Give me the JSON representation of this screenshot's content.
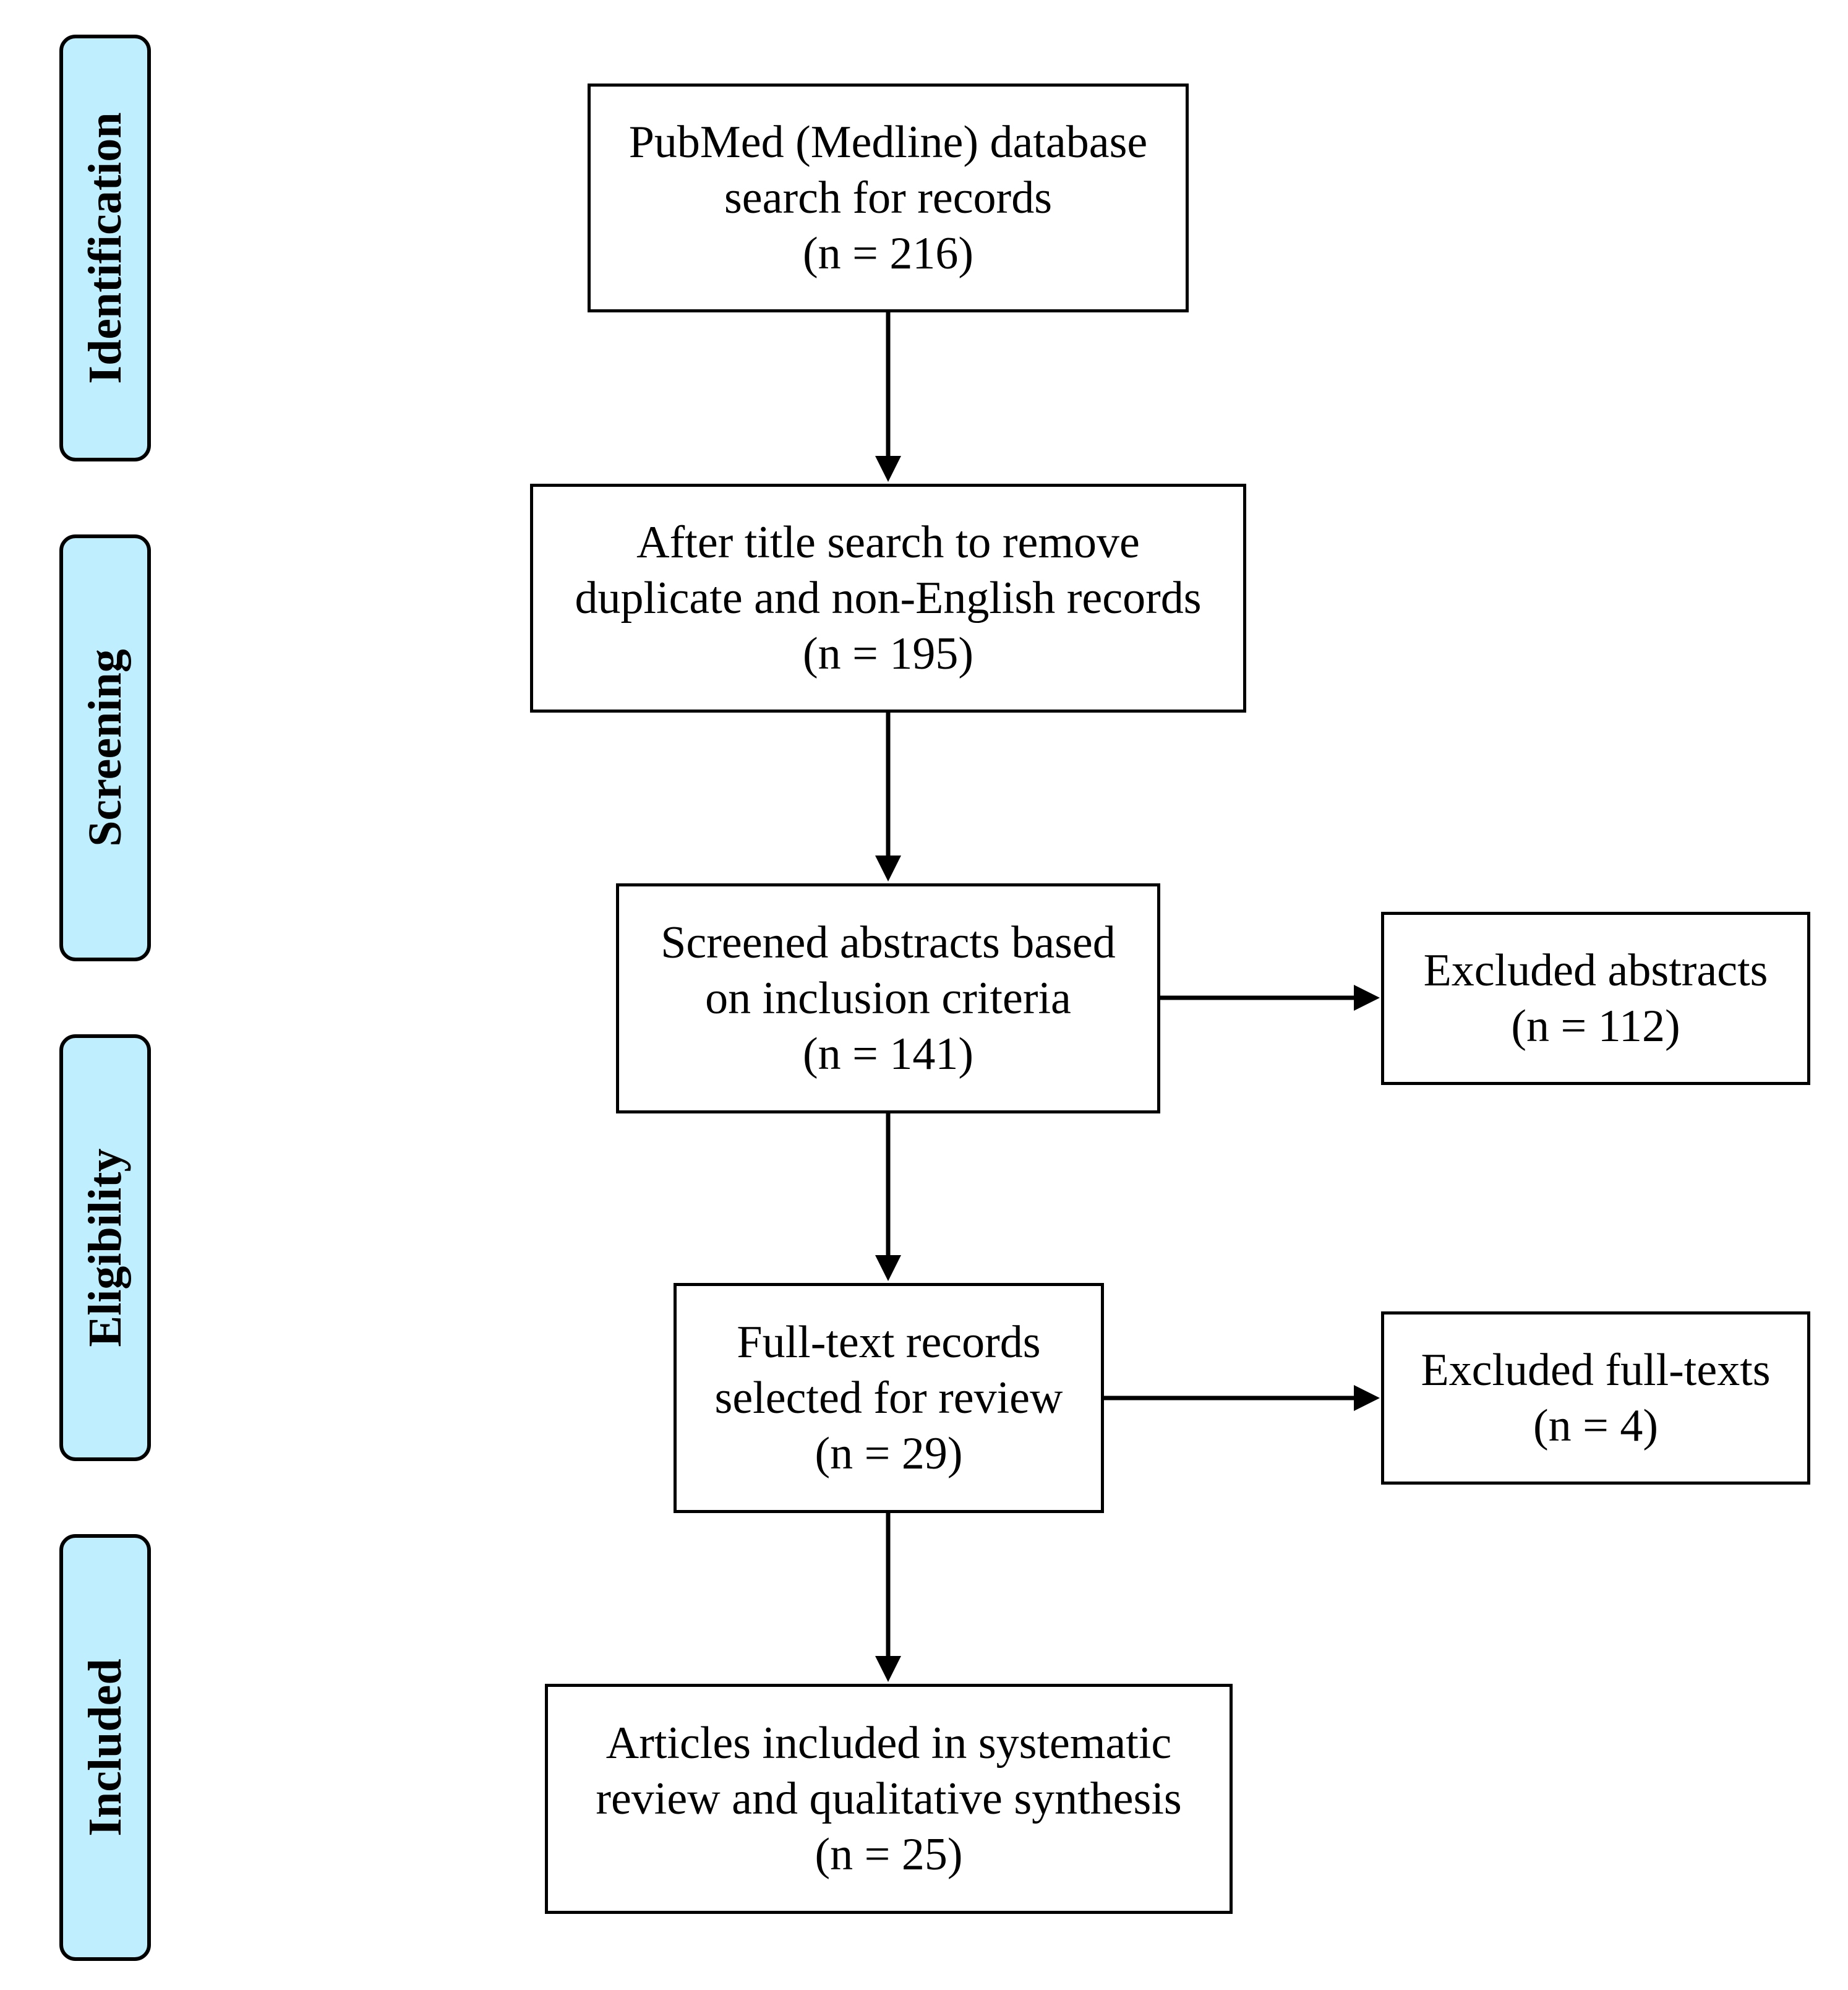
{
  "phases": [
    {
      "label": "Identification"
    },
    {
      "label": "Screening"
    },
    {
      "label": "Eligibility"
    },
    {
      "label": "Included"
    }
  ],
  "boxes": {
    "pubmed": {
      "lines": [
        "PubMed (Medline) database",
        "search for records"
      ],
      "count": "(n = 216)"
    },
    "title_search": {
      "lines": [
        "After title search to remove",
        "duplicate and non-English records"
      ],
      "count": "(n = 195)"
    },
    "screened": {
      "lines": [
        "Screened abstracts based",
        "on inclusion criteria"
      ],
      "count": "(n = 141)"
    },
    "excluded_abstracts": {
      "lines": [
        "Excluded abstracts"
      ],
      "count": "(n = 112)"
    },
    "full_text": {
      "lines": [
        "Full-text records",
        "selected for review"
      ],
      "count": "(n = 29)"
    },
    "excluded_fulltexts": {
      "lines": [
        "Excluded full-texts"
      ],
      "count": "(n = 4)"
    },
    "included": {
      "lines": [
        "Articles included in systematic",
        "review and qualitative synthesis"
      ],
      "count": "(n = 25)"
    }
  },
  "colors": {
    "phase_fill": "#bfeeff",
    "stroke": "#000000",
    "box_fill": "#ffffff"
  }
}
